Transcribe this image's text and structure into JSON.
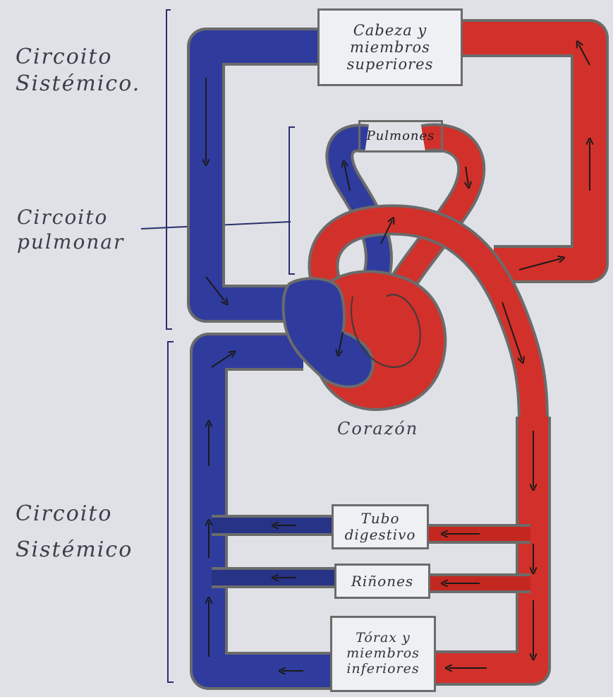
{
  "diagram": {
    "labels": {
      "systemic_top": [
        "Circoito",
        "Sistémico."
      ],
      "pulmonary": [
        "Circoito",
        "pulmonar"
      ],
      "systemic_bottom": [
        "Circoito",
        "Sistémico"
      ],
      "heart": "Corazón"
    },
    "organs": {
      "head": [
        "Cabeza y",
        "miembros",
        "superiores"
      ],
      "lungs": "Pulmones",
      "digestive": [
        "Tubo",
        "digestivo"
      ],
      "kidneys": "Riñones",
      "thorax": [
        "Tórax y",
        "miembros",
        "inferiores"
      ]
    },
    "colors": {
      "oxygenated": "#d2302a",
      "deoxygenated": "#2f3c9e",
      "outline": "#6b6b6b",
      "bracket": "#2a2f6e",
      "paper": "#dfe1e6"
    }
  }
}
